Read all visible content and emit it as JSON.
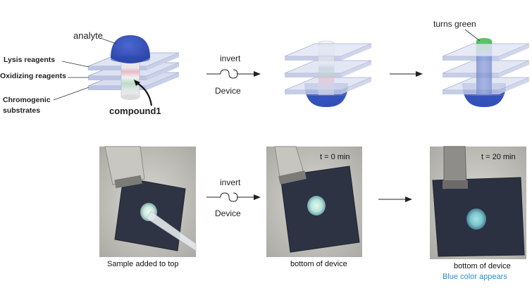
{
  "top_panel": {
    "analyte_label": "analyte",
    "lysis_label": "Lysis reagents",
    "oxidizing_label": "Oxidizing reagents",
    "chromogenic_label_line1": "Chromogenic",
    "chromogenic_label_line2": "substrates",
    "compound_label": "compound1",
    "invert_label": "invert",
    "device_label": "Device",
    "turns_green_label": "turns green"
  },
  "bottom_panel": {
    "invert_label": "invert",
    "device_label": "Device",
    "photo1_caption": "Sample added to top",
    "photo2_time": "t = 0 min",
    "photo2_caption": "bottom of device",
    "photo3_time": "t = 20 min",
    "photo3_caption": "bottom of device",
    "photo3_note": "Blue color appears"
  },
  "colors": {
    "analyte_blue": "#2f4fb8",
    "green_top": "#3db34a",
    "note_blue": "#2a8fd8"
  },
  "icons": [
    "rotate-icon",
    "arrow-icon"
  ]
}
